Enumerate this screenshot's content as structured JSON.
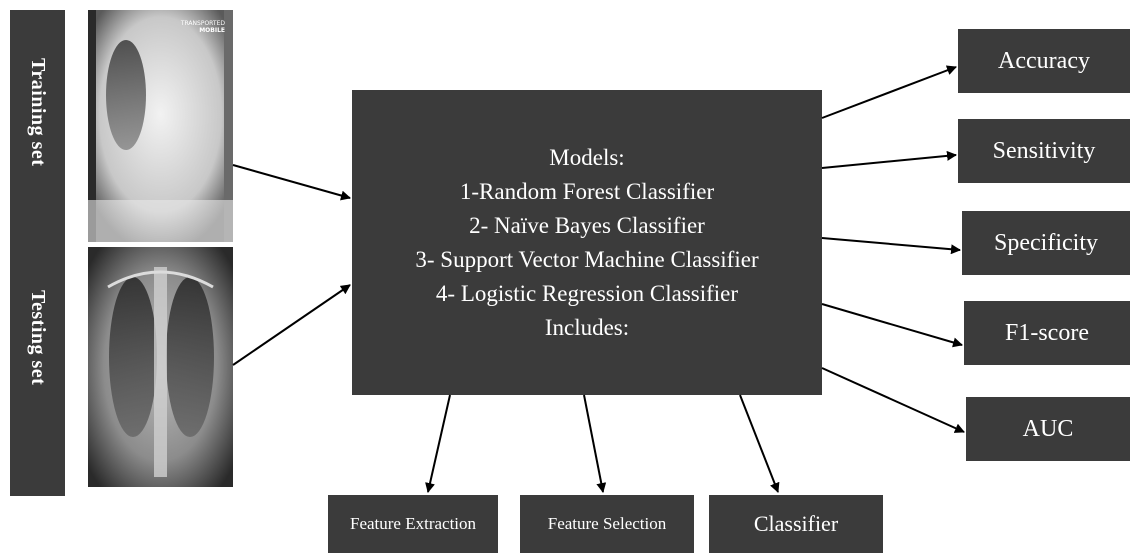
{
  "side_labels": {
    "training": "Training set",
    "testing": "Testing set"
  },
  "xray_top_caption": [
    "TRANSPORTED",
    "MOBILE"
  ],
  "models": {
    "heading": "Models:",
    "items": [
      "1-Random Forest Classifier",
      "2- Naïve Bayes Classifier",
      "3- Support Vector Machine Classifier",
      "4- Logistic Regression Classifier"
    ],
    "footer": "Includes:"
  },
  "metrics": [
    "Accuracy",
    "Sensitivity",
    "Specificity",
    "F1-score",
    "AUC"
  ],
  "components": [
    "Feature Extraction",
    "Feature Selection",
    "Classifier"
  ],
  "colors": {
    "box": "#3b3b3b",
    "text": "#ffffff",
    "arrow": "#000000"
  }
}
